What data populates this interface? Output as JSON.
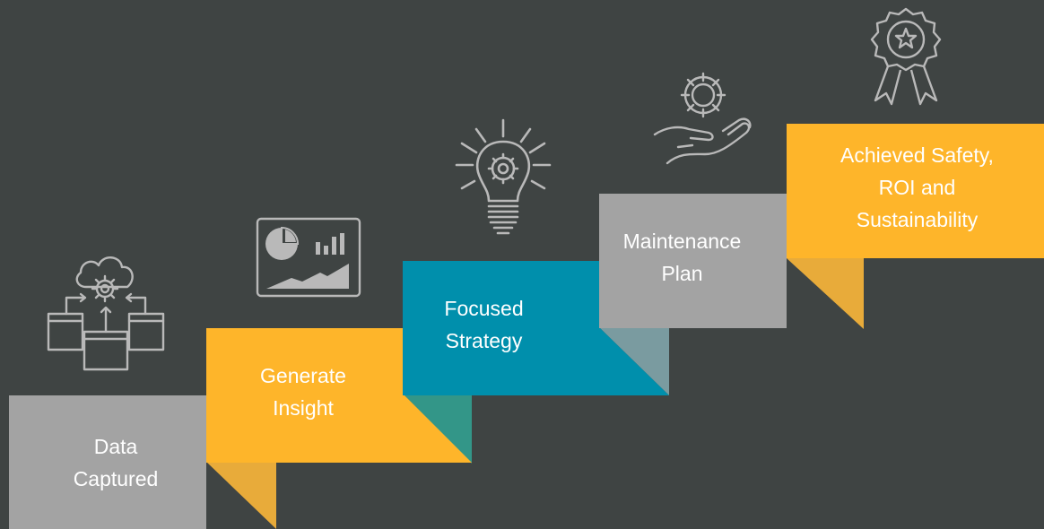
{
  "colors": {
    "background": "#3f4443",
    "gray": "#a3a3a3",
    "yellow": "#feb52a",
    "teal": "#008fac",
    "icon_stroke": "#b9b9b9",
    "text": "#ffffff"
  },
  "steps": [
    {
      "line1": "Data",
      "line2": "Captured",
      "color": "gray",
      "icon": "cloud-network-icon"
    },
    {
      "line1": "Generate",
      "line2": "Insight",
      "color": "yellow",
      "icon": "analytics-dashboard-icon"
    },
    {
      "line1": "Focused",
      "line2": "Strategy",
      "color": "teal",
      "icon": "lightbulb-gear-icon"
    },
    {
      "line1": "Maintenance",
      "line2": "Plan",
      "color": "gray",
      "icon": "hand-gear-icon"
    },
    {
      "line1": "Achieved Safety,",
      "line2": "ROI and",
      "line3": "Sustainability",
      "color": "yellow",
      "icon": "award-ribbon-icon"
    }
  ]
}
